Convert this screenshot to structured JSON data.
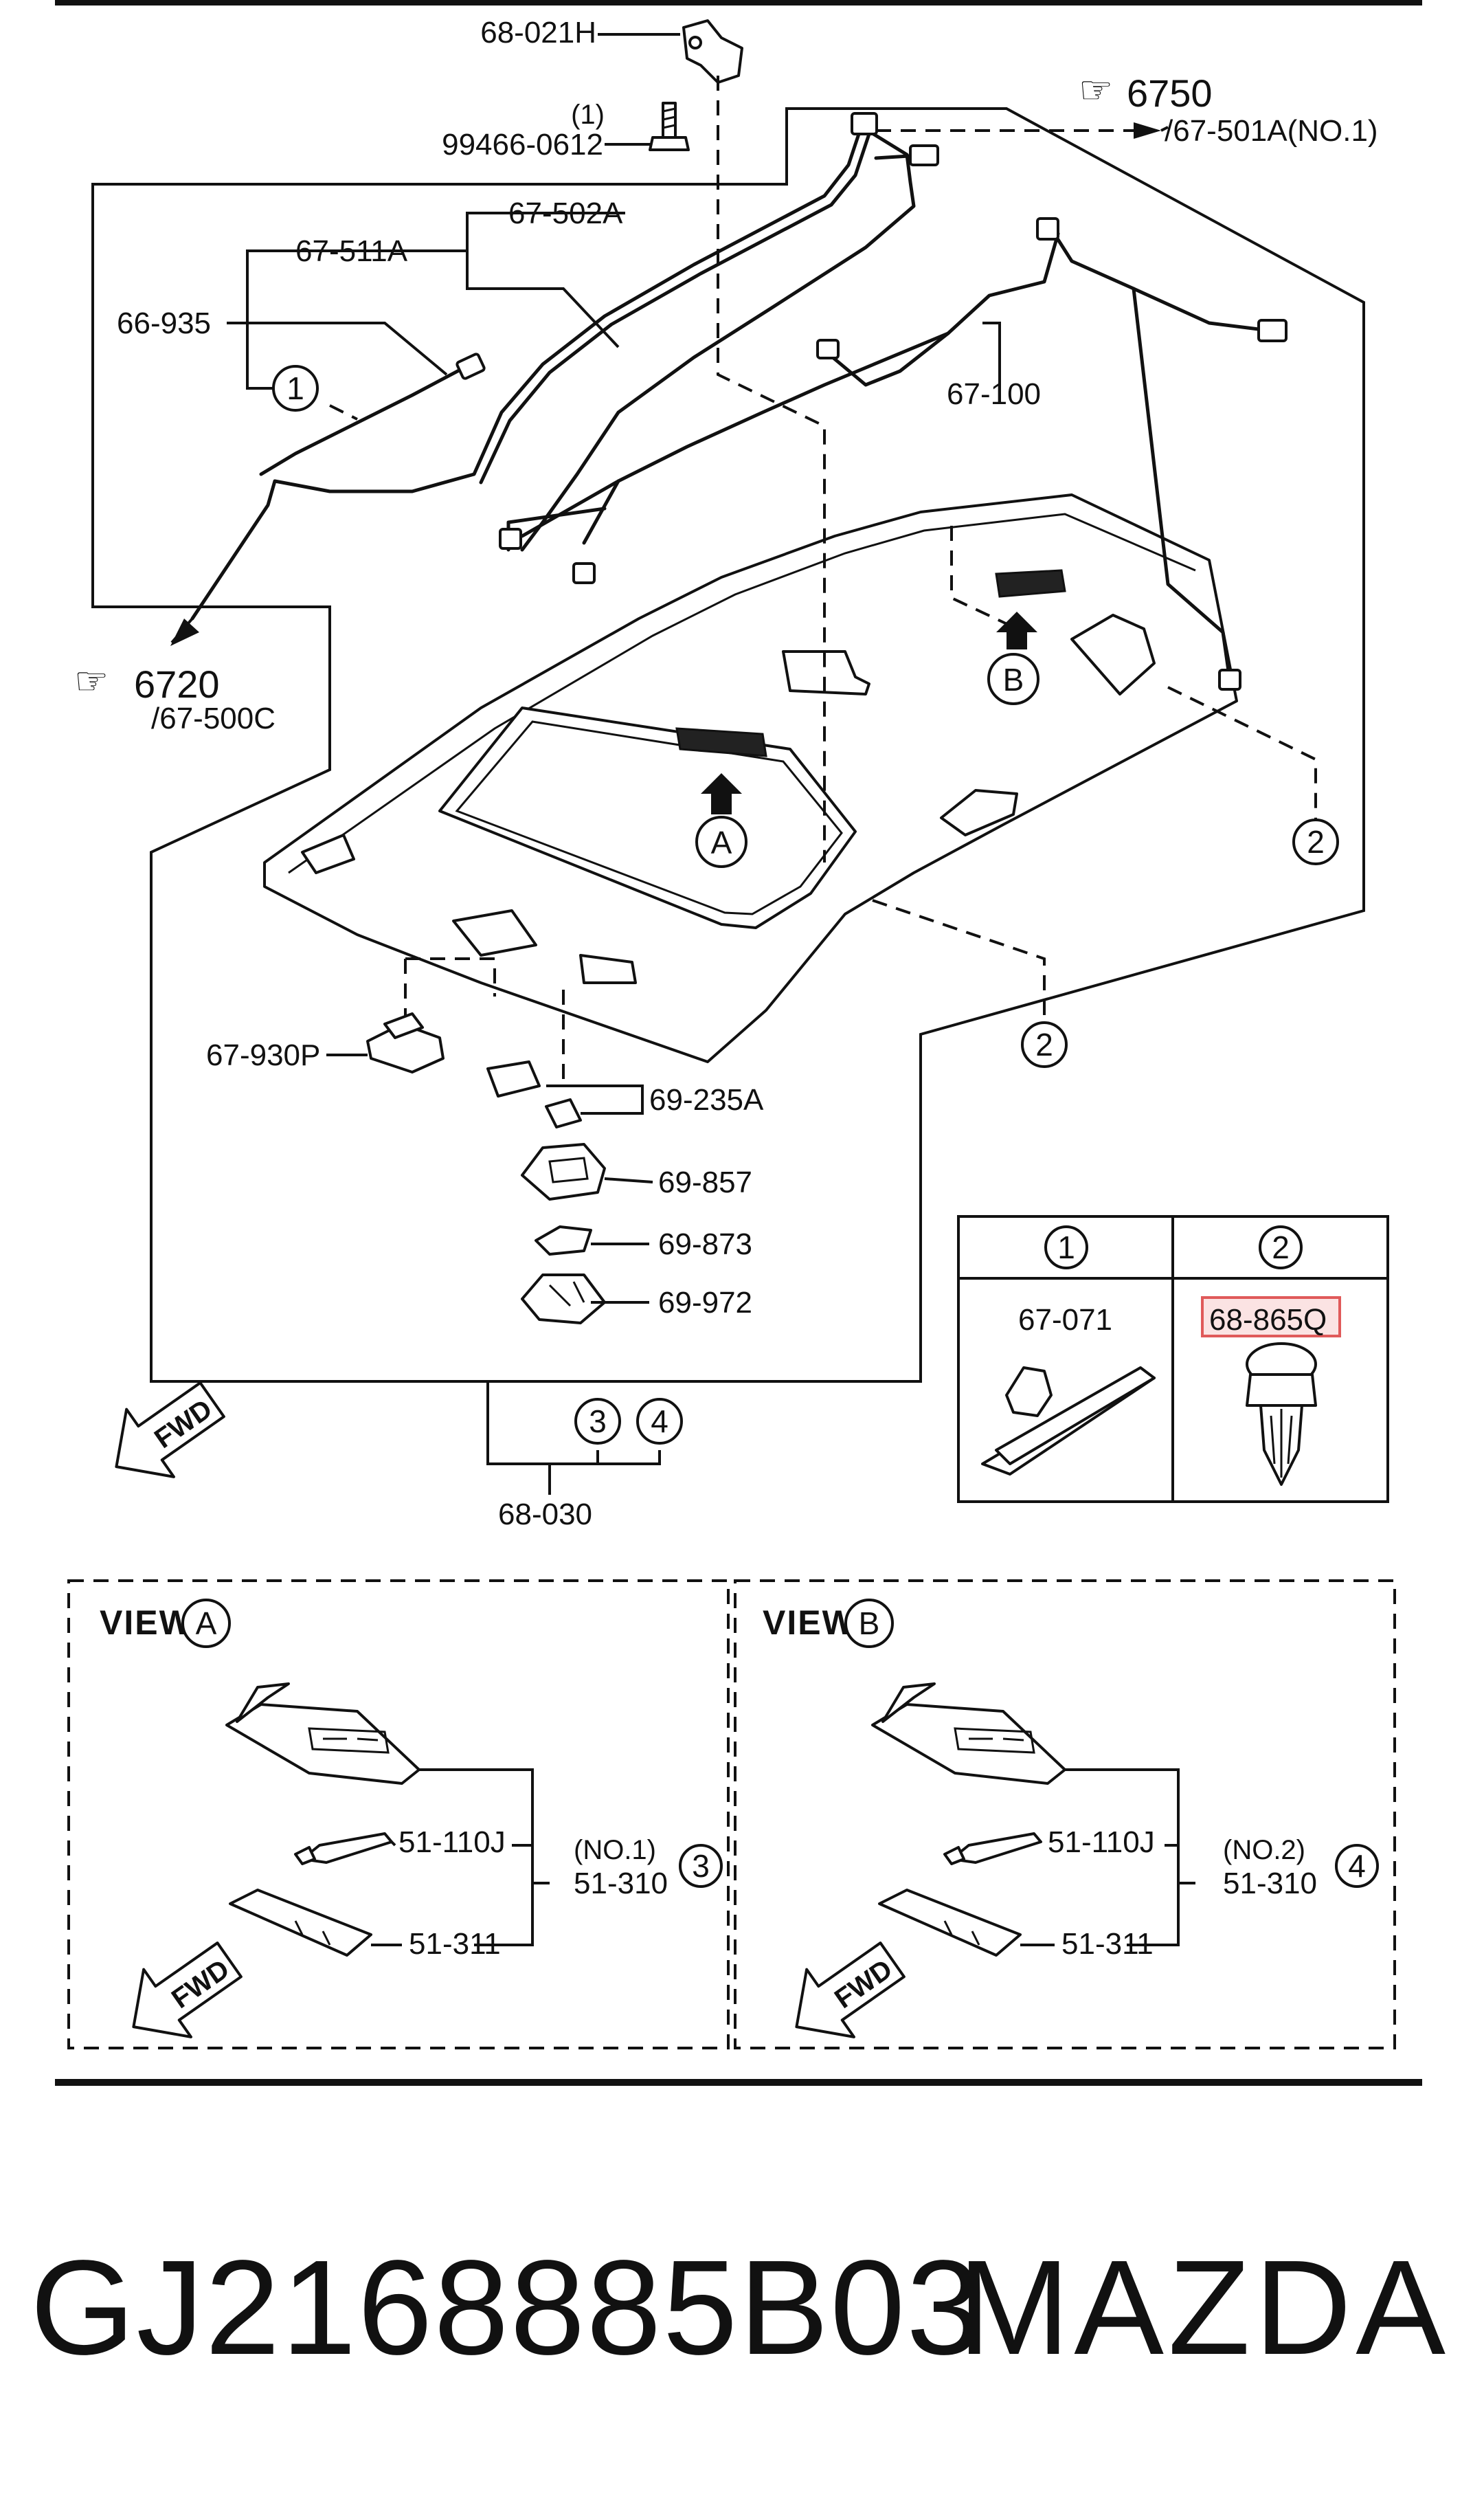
{
  "callouts": {
    "bracket": "68-021H",
    "screw_qty": "(1)",
    "screw": "99466-0612",
    "ref_top": "6750",
    "ref_top_sub": "/67-501A(NO.1)",
    "harness_main": "67-502A",
    "harness_sub": "67-511A",
    "harness_front": "66-935",
    "harness_roof": "67-100",
    "ref_left": "6720",
    "ref_left_sub": "/67-500C",
    "switch": "67-930P",
    "socket": "69-235A",
    "lamp_body": "69-857",
    "lamp_cover": "69-873",
    "lamp_lens": "69-972",
    "map_lamp_assy": "68-030"
  },
  "markers": {
    "clip1": "1",
    "clip2": "2",
    "lamp3": "3",
    "lamp4": "4",
    "view_a": "A",
    "view_b": "B"
  },
  "clip_table": {
    "col1_header": "1",
    "col2_header": "2",
    "col1_part": "67-071",
    "col2_part": "68-865Q"
  },
  "fwd": "FWD",
  "view_a": {
    "title": "VIEW",
    "marker": "A",
    "bulb": "51-110J",
    "no": "(NO.1)",
    "assy": "51-310",
    "lens": "51-311",
    "index": "3"
  },
  "view_b": {
    "title": "VIEW",
    "marker": "B",
    "bulb": "51-110J",
    "no": "(NO.2)",
    "assy": "51-310",
    "lens": "51-311",
    "index": "4"
  },
  "footer": {
    "part_number": "GJ2168885B03",
    "brand": "MAZDA"
  },
  "colors": {
    "ink": "#111111",
    "highlight_box": "#e05a5a",
    "highlight_fill": "#fbe3e3"
  }
}
